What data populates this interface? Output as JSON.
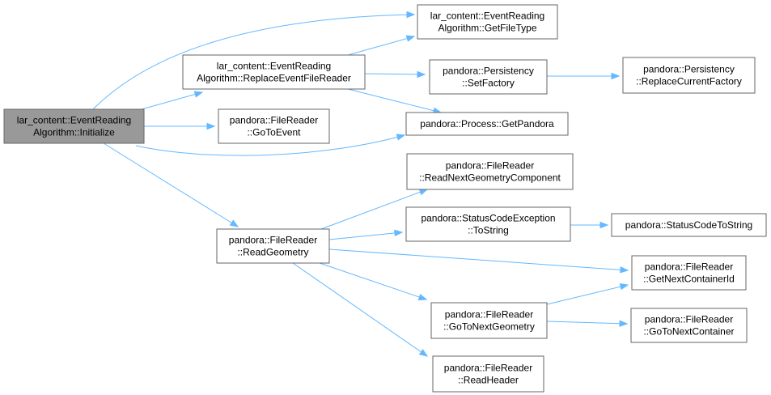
{
  "graph": {
    "edge_color": "#63b8ff",
    "node_border_color": "#666666",
    "root_fill_color": "#999999",
    "nodes": [
      {
        "id": "initialize",
        "lines": [
          "lar_content::EventReading",
          "Algorithm::Initialize"
        ],
        "root": true
      },
      {
        "id": "replace-event-file-reader",
        "lines": [
          "lar_content::EventReading",
          "Algorithm::ReplaceEventFileReader"
        ]
      },
      {
        "id": "get-file-type",
        "lines": [
          "lar_content::EventReading",
          "Algorithm::GetFileType"
        ]
      },
      {
        "id": "persistency-set-factory",
        "lines": [
          "pandora::Persistency",
          "::SetFactory"
        ]
      },
      {
        "id": "persistency-replace-current-factory",
        "lines": [
          "pandora::Persistency",
          "::ReplaceCurrentFactory"
        ]
      },
      {
        "id": "process-get-pandora",
        "lines": [
          "pandora::Process::GetPandora"
        ]
      },
      {
        "id": "file-reader-go-to-event",
        "lines": [
          "pandora::FileReader",
          "::GoToEvent"
        ]
      },
      {
        "id": "file-reader-read-geometry",
        "lines": [
          "pandora::FileReader",
          "::ReadGeometry"
        ]
      },
      {
        "id": "file-reader-read-next-geometry-component",
        "lines": [
          "pandora::FileReader",
          "::ReadNextGeometryComponent"
        ]
      },
      {
        "id": "status-code-exception-to-string",
        "lines": [
          "pandora::StatusCodeException",
          "::ToString"
        ]
      },
      {
        "id": "status-code-to-string",
        "lines": [
          "pandora::StatusCodeToString"
        ]
      },
      {
        "id": "file-reader-get-next-container-id",
        "lines": [
          "pandora::FileReader",
          "::GetNextContainerId"
        ]
      },
      {
        "id": "file-reader-go-to-next-geometry",
        "lines": [
          "pandora::FileReader",
          "::GoToNextGeometry"
        ]
      },
      {
        "id": "file-reader-go-to-next-container",
        "lines": [
          "pandora::FileReader",
          "::GoToNextContainer"
        ]
      },
      {
        "id": "file-reader-read-header",
        "lines": [
          "pandora::FileReader",
          "::ReadHeader"
        ]
      }
    ],
    "edges": [
      {
        "from": "initialize",
        "to": "get-file-type"
      },
      {
        "from": "initialize",
        "to": "replace-event-file-reader"
      },
      {
        "from": "initialize",
        "to": "file-reader-go-to-event"
      },
      {
        "from": "initialize",
        "to": "process-get-pandora"
      },
      {
        "from": "initialize",
        "to": "file-reader-read-geometry"
      },
      {
        "from": "replace-event-file-reader",
        "to": "get-file-type"
      },
      {
        "from": "replace-event-file-reader",
        "to": "persistency-set-factory"
      },
      {
        "from": "replace-event-file-reader",
        "to": "process-get-pandora"
      },
      {
        "from": "persistency-set-factory",
        "to": "persistency-replace-current-factory"
      },
      {
        "from": "file-reader-read-geometry",
        "to": "file-reader-read-next-geometry-component"
      },
      {
        "from": "file-reader-read-geometry",
        "to": "status-code-exception-to-string"
      },
      {
        "from": "file-reader-read-geometry",
        "to": "file-reader-get-next-container-id"
      },
      {
        "from": "file-reader-read-geometry",
        "to": "file-reader-go-to-next-geometry"
      },
      {
        "from": "file-reader-read-geometry",
        "to": "file-reader-read-header"
      },
      {
        "from": "status-code-exception-to-string",
        "to": "status-code-to-string"
      },
      {
        "from": "file-reader-go-to-next-geometry",
        "to": "file-reader-get-next-container-id"
      },
      {
        "from": "file-reader-go-to-next-geometry",
        "to": "file-reader-go-to-next-container"
      }
    ]
  }
}
